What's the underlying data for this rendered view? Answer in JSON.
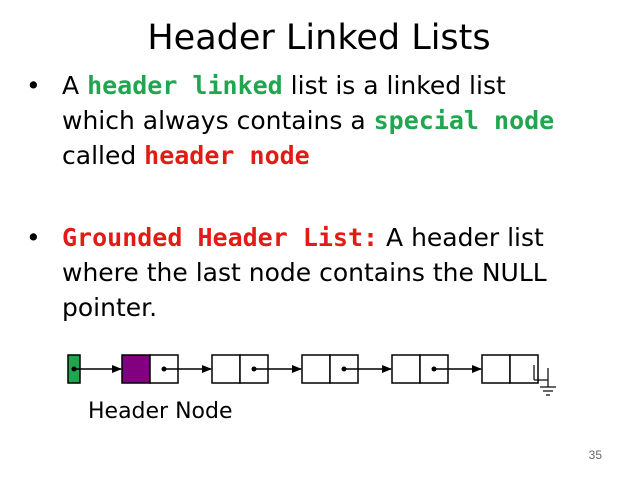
{
  "title": "Header Linked Lists",
  "bullets": [
    {
      "marker": "•",
      "lines": [
        [
          {
            "text": "A ",
            "style": "normal"
          },
          {
            "text": "header linked",
            "style": "green"
          },
          {
            "text": " list is a linked list",
            "style": "normal"
          }
        ],
        [
          {
            "text": "which always contains a ",
            "style": "normal"
          },
          {
            "text": "special node",
            "style": "green"
          }
        ],
        [
          {
            "text": "called ",
            "style": "normal"
          },
          {
            "text": "header node",
            "style": "red"
          }
        ]
      ]
    },
    {
      "marker": "•",
      "lines": [
        [
          {
            "text": "Grounded Header List:",
            "style": "red"
          },
          {
            "text": " A header list",
            "style": "normal"
          }
        ],
        [
          {
            "text": "where the last node contains the NULL",
            "style": "normal"
          }
        ],
        [
          {
            "text": "pointer.",
            "style": "normal"
          }
        ]
      ]
    }
  ],
  "diagram": {
    "caption": "Header Node",
    "node_count": 6,
    "start_color": "#1fa64f",
    "header_color": "#800080"
  },
  "page_number": "35"
}
